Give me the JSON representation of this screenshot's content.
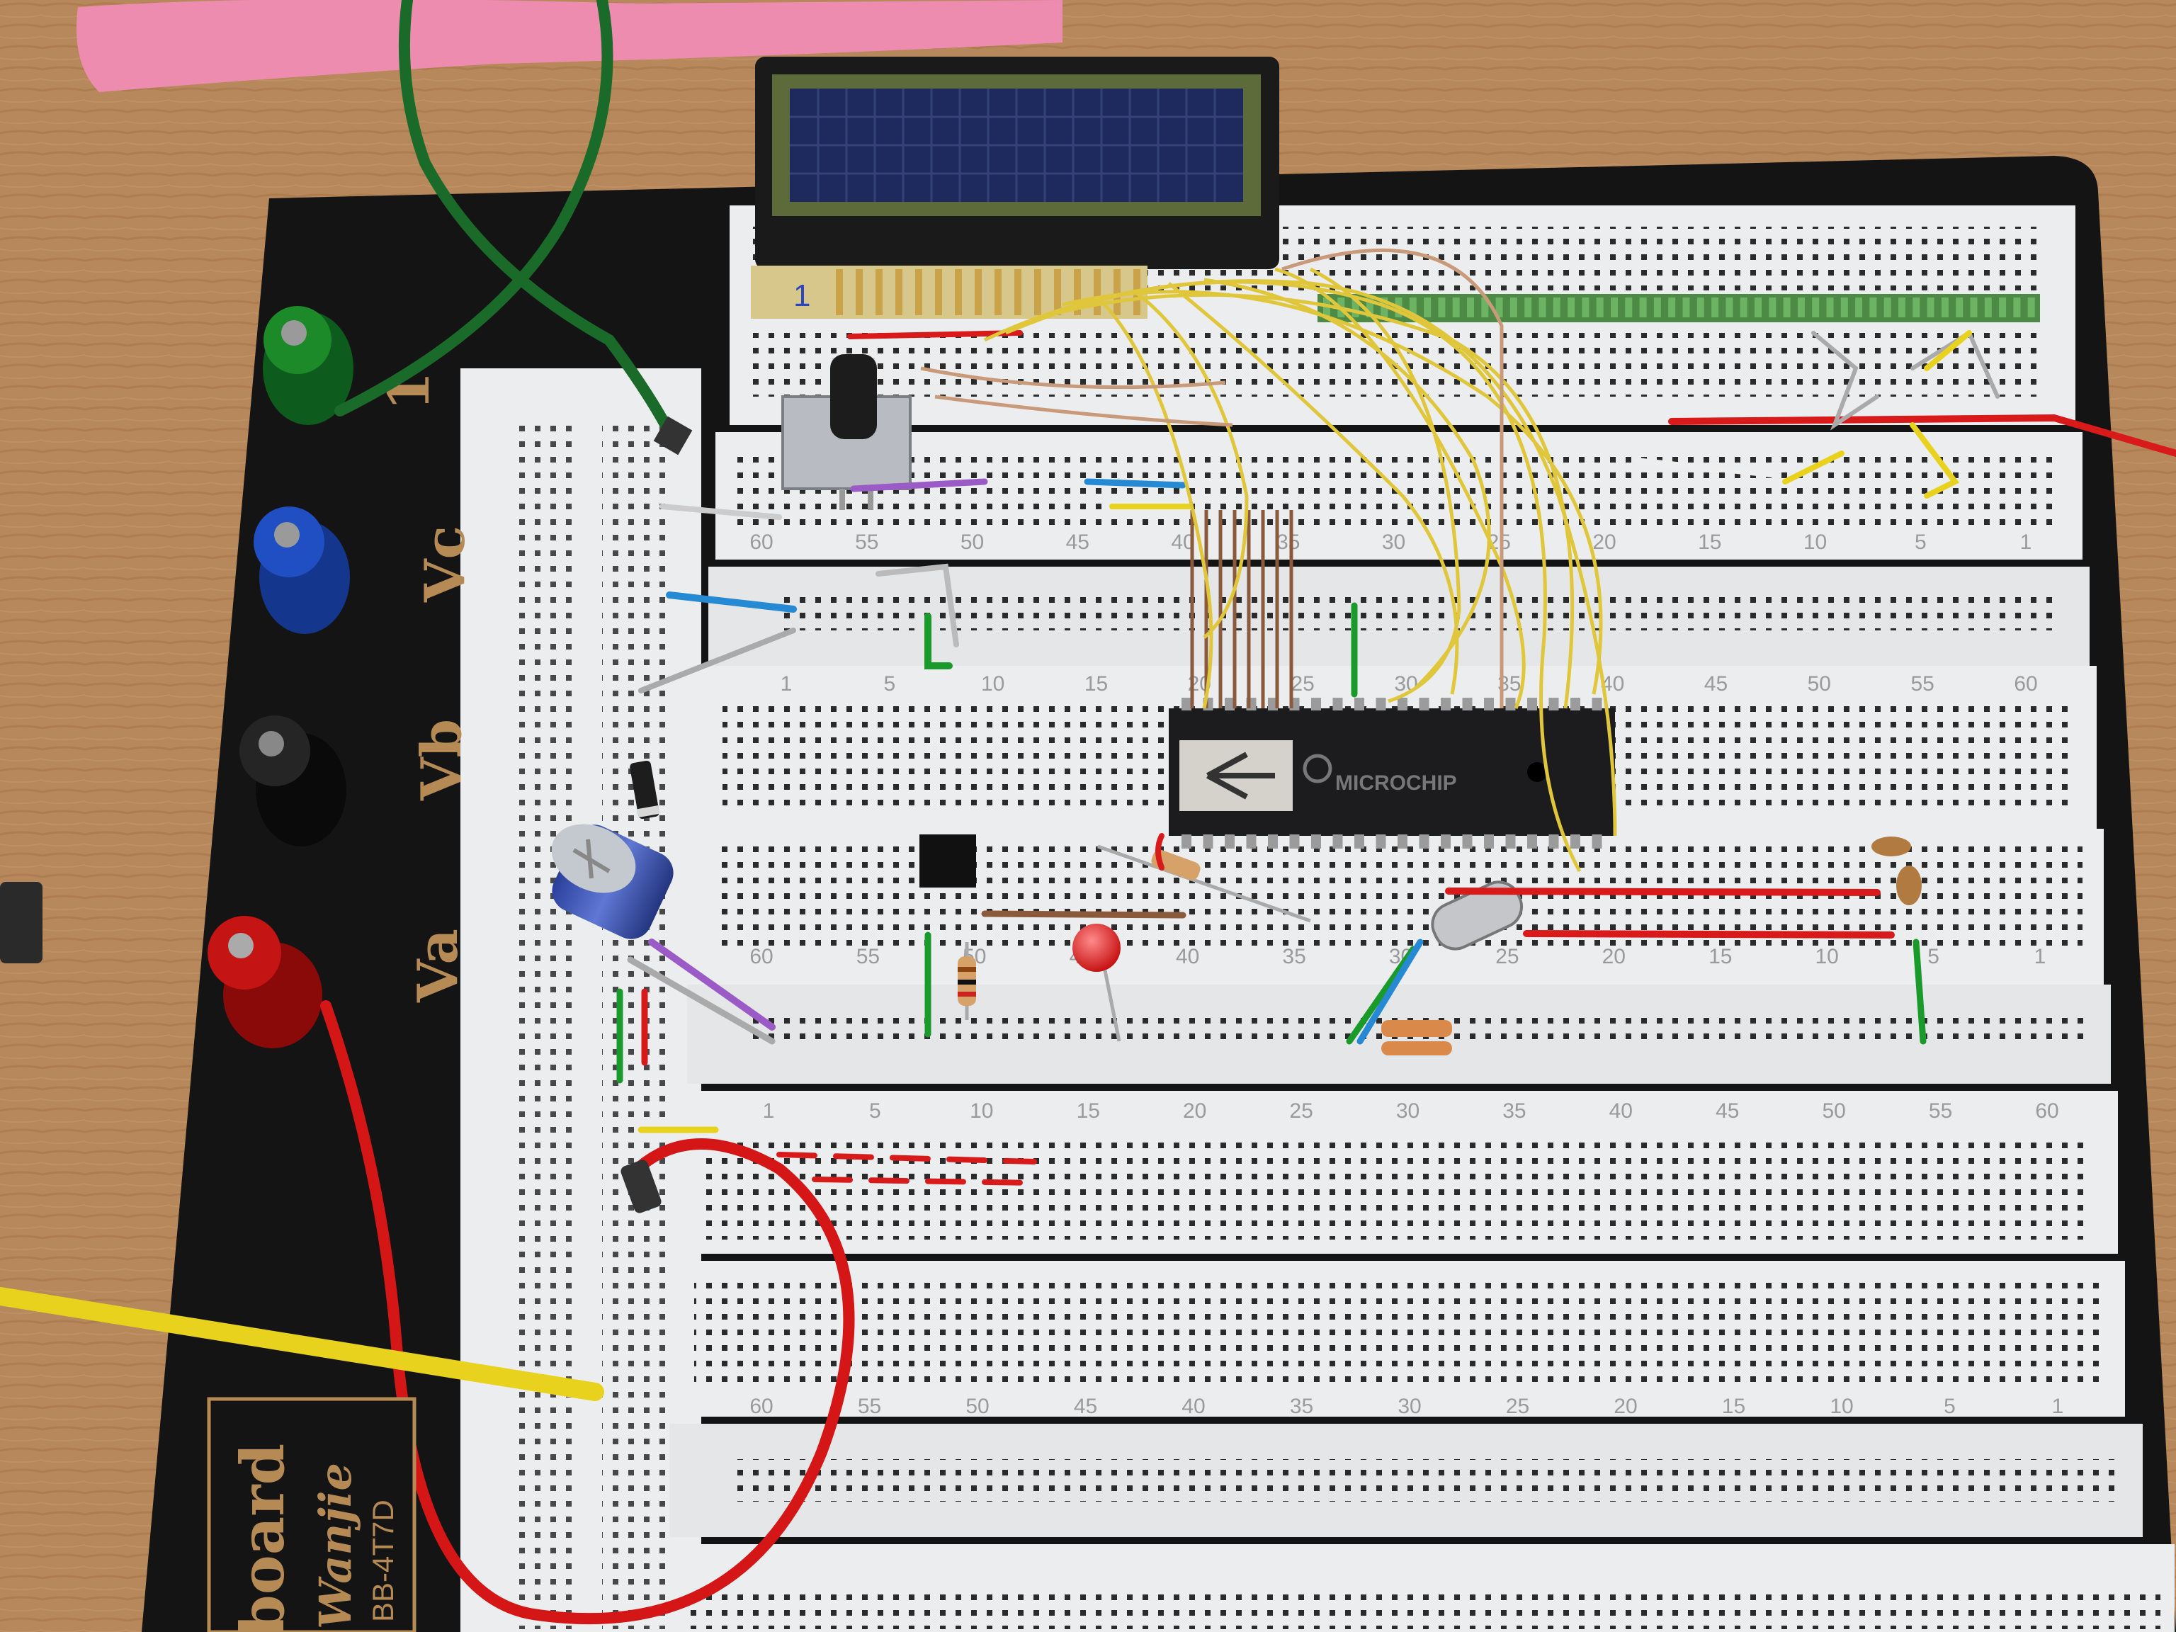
{
  "terminals": [
    {
      "label": "1",
      "color": "#1d8a2a"
    },
    {
      "label": "Vc",
      "color": "#1f4fc2"
    },
    {
      "label": "Vb",
      "color": "#161616"
    },
    {
      "label": "Va",
      "color": "#c41414"
    }
  ],
  "brand": {
    "name": "board",
    "maker": "Wanjie",
    "model": "BB-4T7D"
  },
  "lcd": {
    "pin1_label": "1"
  },
  "chip": {
    "maker": "MICROCHIP"
  },
  "row_numbers": {
    "forward": [
      "1",
      "5",
      "10",
      "15",
      "20",
      "25",
      "30",
      "35",
      "40",
      "45",
      "50",
      "55",
      "60"
    ],
    "reverse": [
      "60",
      "55",
      "50",
      "45",
      "40",
      "35",
      "30",
      "25",
      "20",
      "15",
      "10",
      "5",
      "1"
    ]
  },
  "colors": {
    "wood": "#b7885c",
    "base": "#141414",
    "breadboard": "#ecedef",
    "lcd_screen": "#1e2a5e",
    "jumper_yellow": "#e8d21e",
    "jumper_red": "#d81a1a"
  }
}
